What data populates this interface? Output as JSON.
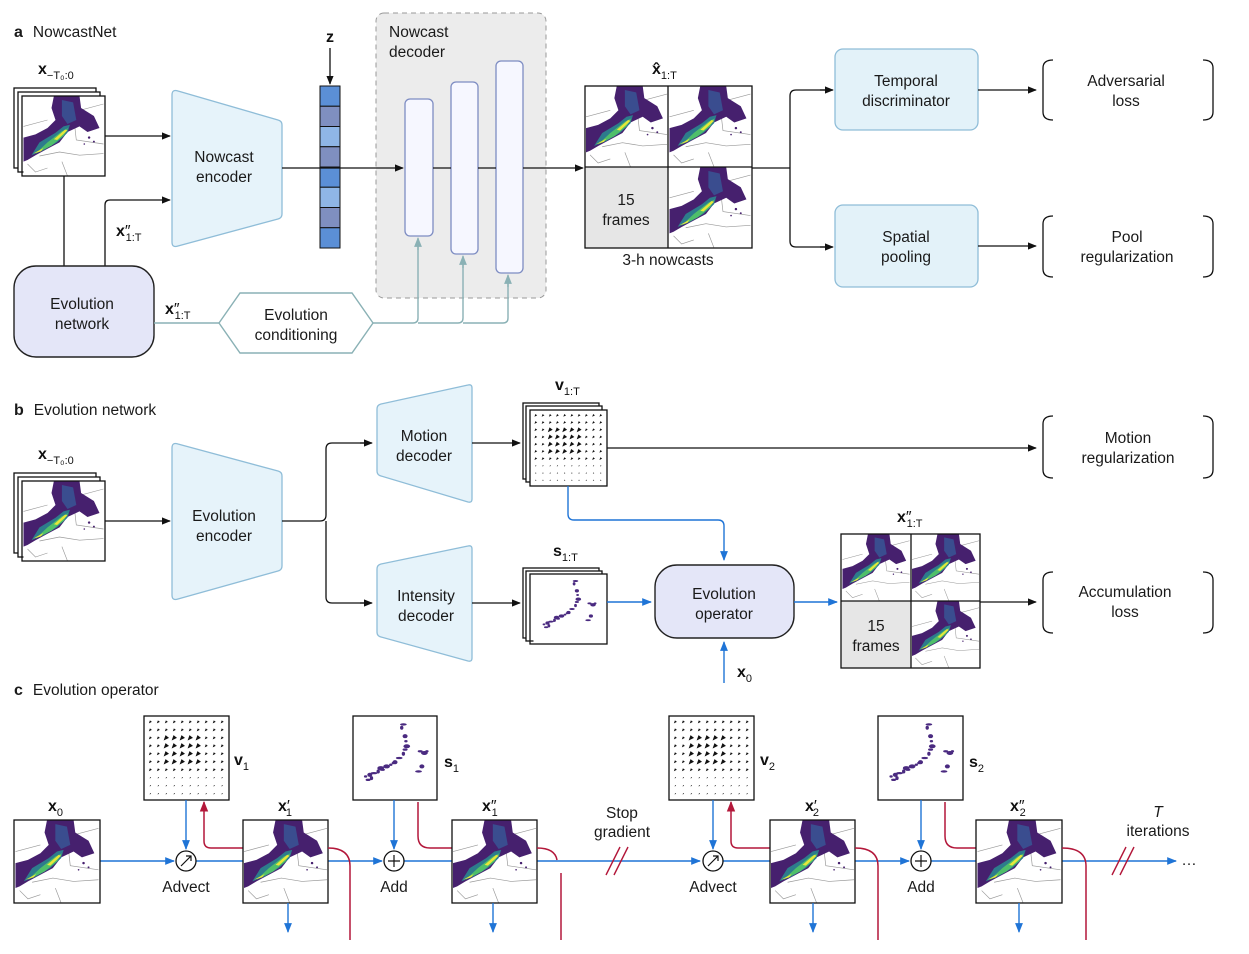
{
  "panel_a": {
    "letter": "a",
    "title": "NowcastNet",
    "input_label": {
      "base": "x",
      "sub": "−T₀:0"
    },
    "nowcast_encoder": [
      "Nowcast",
      "encoder"
    ],
    "latent_label": "z",
    "latent_colors": [
      "#5b8fd6",
      "#7f8fc0",
      "#8fb6e6",
      "#7f8fc0",
      "#5b8fd6",
      "#8fb6e6",
      "#7f8fc0",
      "#5b8fd6"
    ],
    "nowcast_decoder": [
      "Nowcast",
      "decoder"
    ],
    "evolved_label_1": {
      "base": "x",
      "mark": "″",
      "sub": "1:T"
    },
    "evolved_label_2": {
      "base": "x",
      "mark": "″",
      "sub": "1:T"
    },
    "evolution_network": [
      "Evolution",
      "network"
    ],
    "evolution_conditioning": [
      "Evolution",
      "conditioning"
    ],
    "output_label": {
      "base": "x̂",
      "sub": "1:T"
    },
    "frames_text": [
      "15",
      "frames"
    ],
    "nowcasts_caption": "3-h nowcasts",
    "temporal_discriminator": [
      "Temporal",
      "discriminator"
    ],
    "spatial_pooling": [
      "Spatial",
      "pooling"
    ],
    "adversarial_loss": [
      "Adversarial",
      "loss"
    ],
    "pool_regularization": [
      "Pool",
      "regularization"
    ]
  },
  "panel_b": {
    "letter": "b",
    "title": "Evolution network",
    "input_label": {
      "base": "x",
      "sub": "−T₀:0"
    },
    "evolution_encoder": [
      "Evolution",
      "encoder"
    ],
    "motion_decoder": [
      "Motion",
      "decoder"
    ],
    "intensity_decoder": [
      "Intensity",
      "decoder"
    ],
    "motion_label": {
      "base": "v",
      "sub": "1:T"
    },
    "intensity_label": {
      "base": "s",
      "sub": "1:T"
    },
    "evolution_operator": [
      "Evolution",
      "operator"
    ],
    "x0_label": {
      "base": "x",
      "sub": "0"
    },
    "output_label": {
      "base": "x",
      "mark": "″",
      "sub": "1:T"
    },
    "frames_text": [
      "15",
      "frames"
    ],
    "motion_regularization": [
      "Motion",
      "regularization"
    ],
    "accumulation_loss": [
      "Accumulation",
      "loss"
    ]
  },
  "panel_c": {
    "letter": "c",
    "title": "Evolution operator",
    "x0": {
      "base": "x",
      "sub": "0"
    },
    "v1": {
      "base": "v",
      "sub": "1"
    },
    "s1": {
      "base": "s",
      "sub": "1"
    },
    "v2": {
      "base": "v",
      "sub": "2"
    },
    "s2": {
      "base": "s",
      "sub": "2"
    },
    "x1p": {
      "base": "x",
      "mark": "′",
      "sub": "1"
    },
    "x1pp": {
      "base": "x",
      "mark": "″",
      "sub": "1"
    },
    "x2p": {
      "base": "x",
      "mark": "′",
      "sub": "2"
    },
    "x2pp": {
      "base": "x",
      "mark": "″",
      "sub": "2"
    },
    "advect": "Advect",
    "add": "Add",
    "stop_gradient": [
      "Stop",
      "gradient"
    ],
    "iterations": [
      "T",
      "iterations"
    ],
    "ellipsis": "…"
  },
  "colors": {
    "forward_flow": "#1f74d6",
    "gradient_flow": "#b3173a",
    "conditioning": "#8ab1b5",
    "module_fill": "#e3f2f9",
    "network_fill": "#e4e6f8"
  }
}
